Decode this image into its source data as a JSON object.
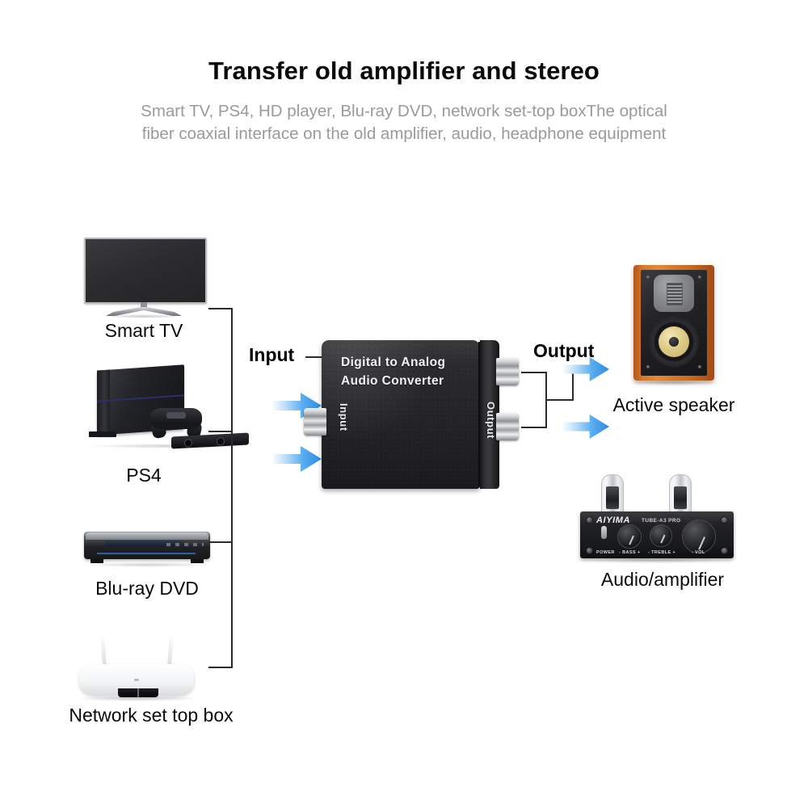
{
  "header": {
    "title": "Transfer old amplifier and stereo",
    "subtitle": "Smart TV, PS4, HD player, Blu-ray DVD, network set-top boxThe optical fiber coaxial interface on the old amplifier, audio, headphone equipment"
  },
  "diagram": {
    "input_label": "Input",
    "output_label": "Output",
    "sources": [
      {
        "id": "smart-tv",
        "label": "Smart TV"
      },
      {
        "id": "ps4",
        "label": "PS4"
      },
      {
        "id": "bluray-dvd",
        "label": "Blu-ray DVD"
      },
      {
        "id": "network-set-top-box",
        "label": "Network set top box"
      }
    ],
    "destinations": [
      {
        "id": "active-speaker",
        "label": "Active speaker"
      },
      {
        "id": "audio-amplifier",
        "label": "Audio/amplifier"
      }
    ]
  },
  "converter": {
    "title_line1": "Digital  to  Analog",
    "title_line2": "Audio  Converter",
    "input_port_label": "Input",
    "output_port_label": "Output"
  },
  "amplifier": {
    "brand": "AIYIMA",
    "model": "TUBE-A3 PRO",
    "controls": [
      {
        "id": "power",
        "label": "POWER"
      },
      {
        "id": "bass",
        "label": "-  BASS  +"
      },
      {
        "id": "treble",
        "label": "-  TREBLE  +"
      },
      {
        "id": "volume",
        "label": "-    VOL"
      }
    ]
  },
  "colors": {
    "arrow_blue_light": "#7cc3f5",
    "arrow_blue": "#2f8ae0",
    "title_text": "#0a0a0a",
    "subtitle_text": "#9a9a9a",
    "line": "#2b2b2b",
    "speaker_cabinet": "#d6782c",
    "speaker_cone": "#ddcb86"
  }
}
